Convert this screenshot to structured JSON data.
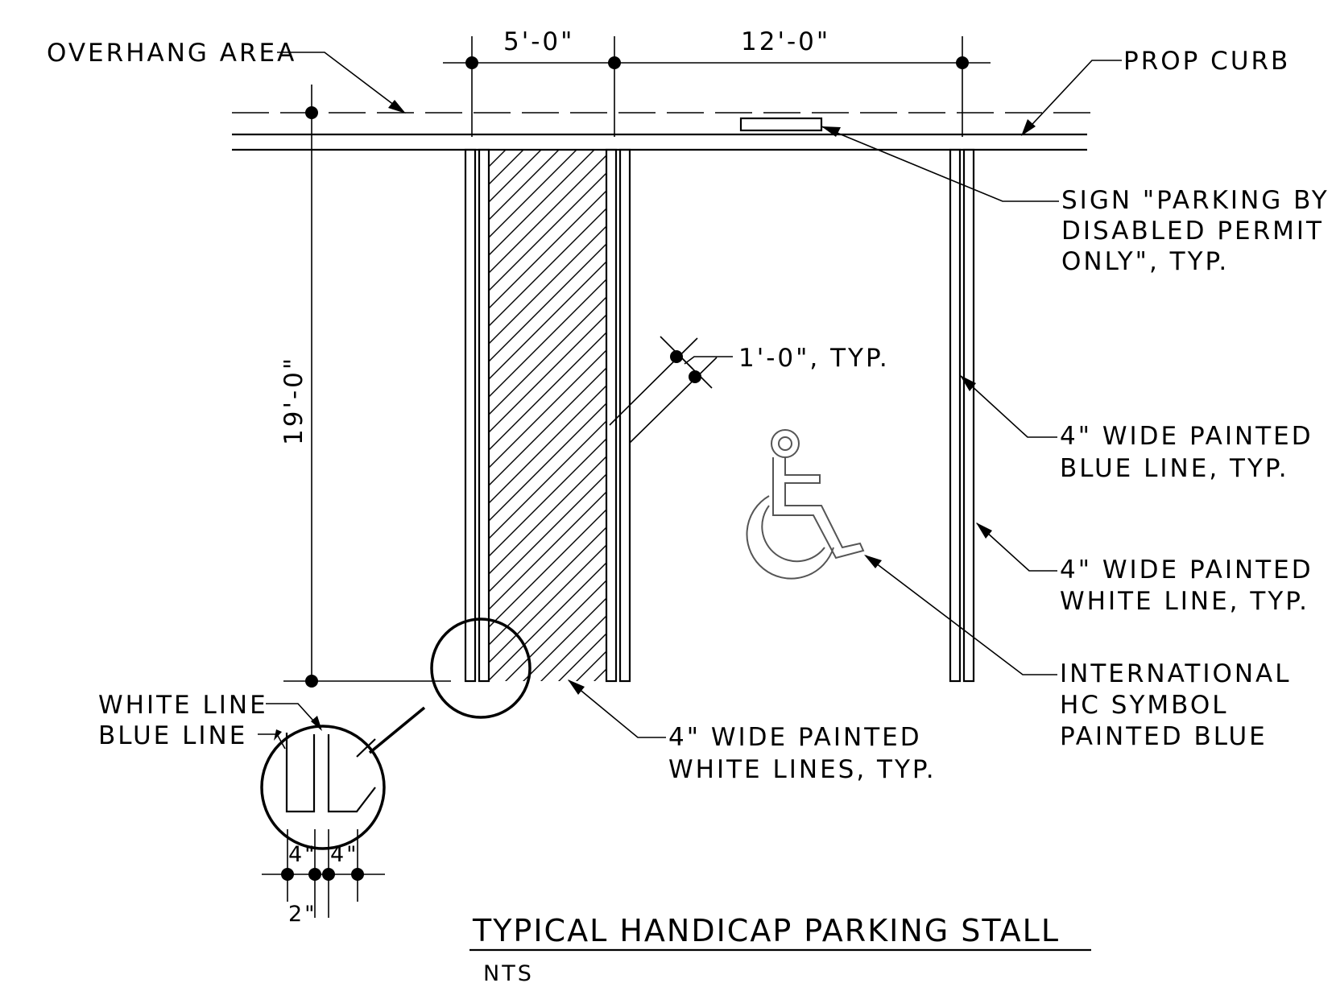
{
  "title": "TYPICAL HANDICAP PARKING STALL",
  "subtitle": "NTS",
  "labels": {
    "overhang": "OVERHANG AREA",
    "prop_curb": "PROP CURB",
    "sign_1": "SIGN \"PARKING BY",
    "sign_2": "DISABLED PERMIT",
    "sign_3": "ONLY\", TYP.",
    "spacing": "1'-0\", TYP.",
    "blue_line_1": "4\" WIDE PAINTED",
    "blue_line_2": "BLUE LINE, TYP.",
    "white_line_1": "4\" WIDE PAINTED",
    "white_line_2": "WHITE LINE, TYP.",
    "symbol_1": "INTERNATIONAL",
    "symbol_2": "HC SYMBOL",
    "symbol_3": "PAINTED BLUE",
    "white_lines_1": "4\" WIDE PAINTED",
    "white_lines_2": "WHITE LINES, TYP.",
    "detail_white": "WHITE LINE",
    "detail_blue": "BLUE LINE"
  },
  "dimensions": {
    "aisle_width": "5'-0\"",
    "stall_width": "12'-0\"",
    "stall_length": "19'-0\"",
    "detail_line_1": "4\"",
    "detail_line_2": "4\"",
    "detail_gap": "2\""
  },
  "colors": {
    "line": "#000000",
    "symbol": "#555555",
    "background": "#ffffff"
  }
}
